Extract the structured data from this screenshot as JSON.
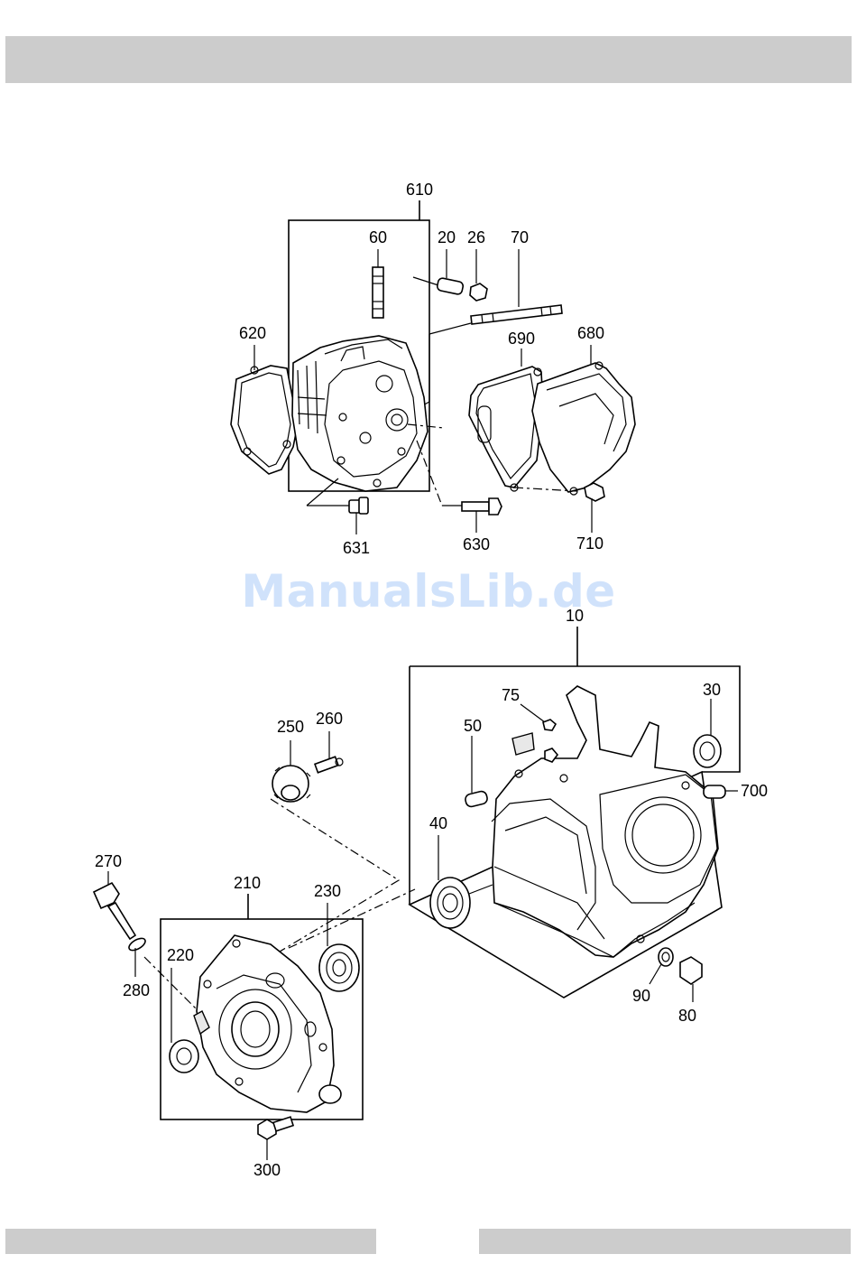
{
  "watermark": "ManualsLib.de",
  "callouts": {
    "c610": "610",
    "c60": "60",
    "c20": "20",
    "c26": "26",
    "c70": "70",
    "c620": "620",
    "c690": "690",
    "c680": "680",
    "c631": "631",
    "c630": "630",
    "c710": "710",
    "c10": "10",
    "c75": "75",
    "c30": "30",
    "c50": "50",
    "c700": "700",
    "c40": "40",
    "c250": "250",
    "c260": "260",
    "c270": "270",
    "c210": "210",
    "c230": "230",
    "c220": "220",
    "c280": "280",
    "c90": "90",
    "c80": "80",
    "c300": "300"
  }
}
